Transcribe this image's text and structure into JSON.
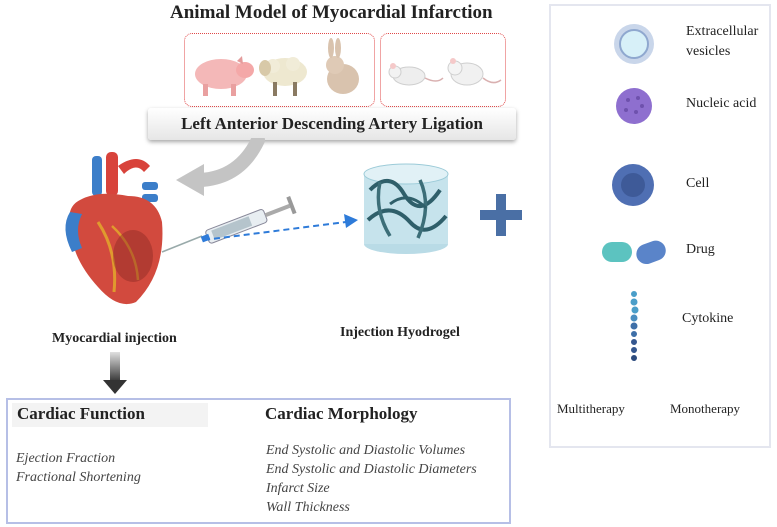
{
  "title": "Animal Model of Myocardial Infarction",
  "procedure": "Left Anterior Descending Artery Ligation",
  "captions": {
    "injection": "Myocardial injection",
    "hydrogel": "Injection Hyodrogel"
  },
  "legend": {
    "items": [
      {
        "label_line1": "Extracellular",
        "label_line2": "vesicles",
        "icon": "extracellular-vesicle-icon"
      },
      {
        "label": "Nucleic acid",
        "icon": "nucleic-acid-icon"
      },
      {
        "label": "Cell",
        "icon": "cell-icon"
      },
      {
        "label": "Drug",
        "icon": "drug-capsule-icon"
      },
      {
        "label": "Cytokine",
        "icon": "cytokine-icon"
      }
    ],
    "footer_left": "Multitherapy",
    "footer_right": "Monotherapy"
  },
  "outcomes": {
    "function": {
      "heading": "Cardiac Function",
      "items": [
        "Ejection Fraction",
        "Fractional Shortening"
      ]
    },
    "morphology": {
      "heading": "Cardiac Morphology",
      "items": [
        "End Systolic and Diastolic Volumes",
        "End Systolic and Diastolic Diameters",
        "Infarct Size",
        "Wall Thickness"
      ]
    }
  },
  "colors": {
    "animal_box_border": "#e04848",
    "outcome_box_border": "#b6bfe6",
    "plus": "#4a6fa5",
    "dashed_arrow": "#2e7bd9"
  }
}
